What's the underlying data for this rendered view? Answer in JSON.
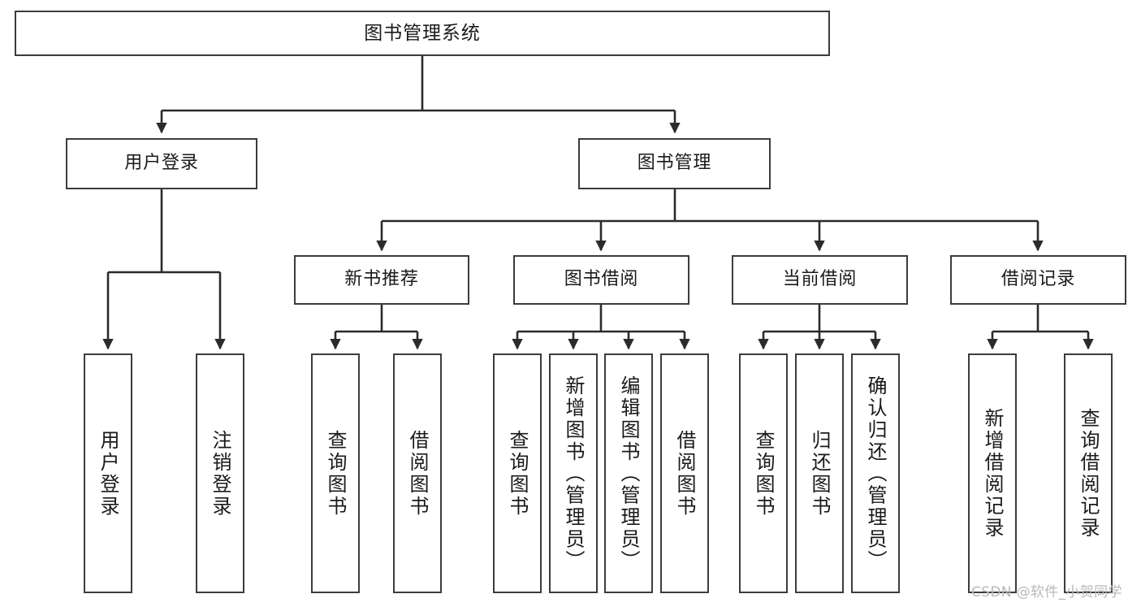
{
  "diagram": {
    "title": "图书管理系统",
    "type": "tree-hierarchy",
    "colors": {
      "box_border": "#3c3c3c",
      "box_fill": "#ffffff",
      "edge": "#2b2b2b",
      "text": "#1a1a1a",
      "watermark": "#b9b9b9",
      "background": "#ffffff"
    },
    "root": {
      "label": "图书管理系统"
    },
    "level2": [
      {
        "label": "用户登录"
      },
      {
        "label": "图书管理"
      }
    ],
    "level3": [
      {
        "label": "新书推荐"
      },
      {
        "label": "图书借阅"
      },
      {
        "label": "当前借阅"
      },
      {
        "label": "借阅记录"
      }
    ],
    "leaves": {
      "user_login": [
        {
          "label": "用户登录"
        },
        {
          "label": "注销登录"
        }
      ],
      "new_book_recommend": [
        {
          "label": "查询图书"
        },
        {
          "label": "借阅图书"
        }
      ],
      "book_borrow": [
        {
          "label": "查询图书"
        },
        {
          "label": "新增图书（管理员）"
        },
        {
          "label": "编辑图书（管理员）"
        },
        {
          "label": "借阅图书"
        }
      ],
      "current_borrow": [
        {
          "label": "查询图书"
        },
        {
          "label": "归还图书"
        },
        {
          "label": "确认归还（管理员）"
        }
      ],
      "borrow_record": [
        {
          "label": "新增借阅记录"
        },
        {
          "label": "查询借阅记录"
        }
      ]
    }
  },
  "watermark": {
    "text": "CSDN @软件_小贺同学"
  }
}
